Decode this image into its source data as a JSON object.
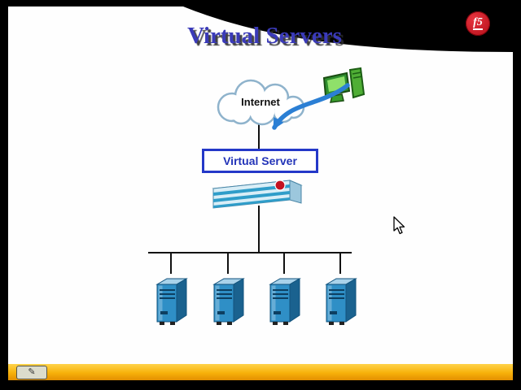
{
  "slide": {
    "title": "Virtual Servers",
    "logo_text": "f5"
  },
  "diagram": {
    "internet_label": "Internet",
    "virtual_server_label": "Virtual Server"
  },
  "toolbar": {
    "pen_glyph": "✎"
  },
  "colors": {
    "f5_red": "#b30d18",
    "title_blue": "#3a3ab8",
    "arrow_blue": "#2b7fd4",
    "box_border_blue": "#2438c8",
    "server_blue": "#2f8fc6",
    "toolbar_yellow": "#f7b10a"
  }
}
